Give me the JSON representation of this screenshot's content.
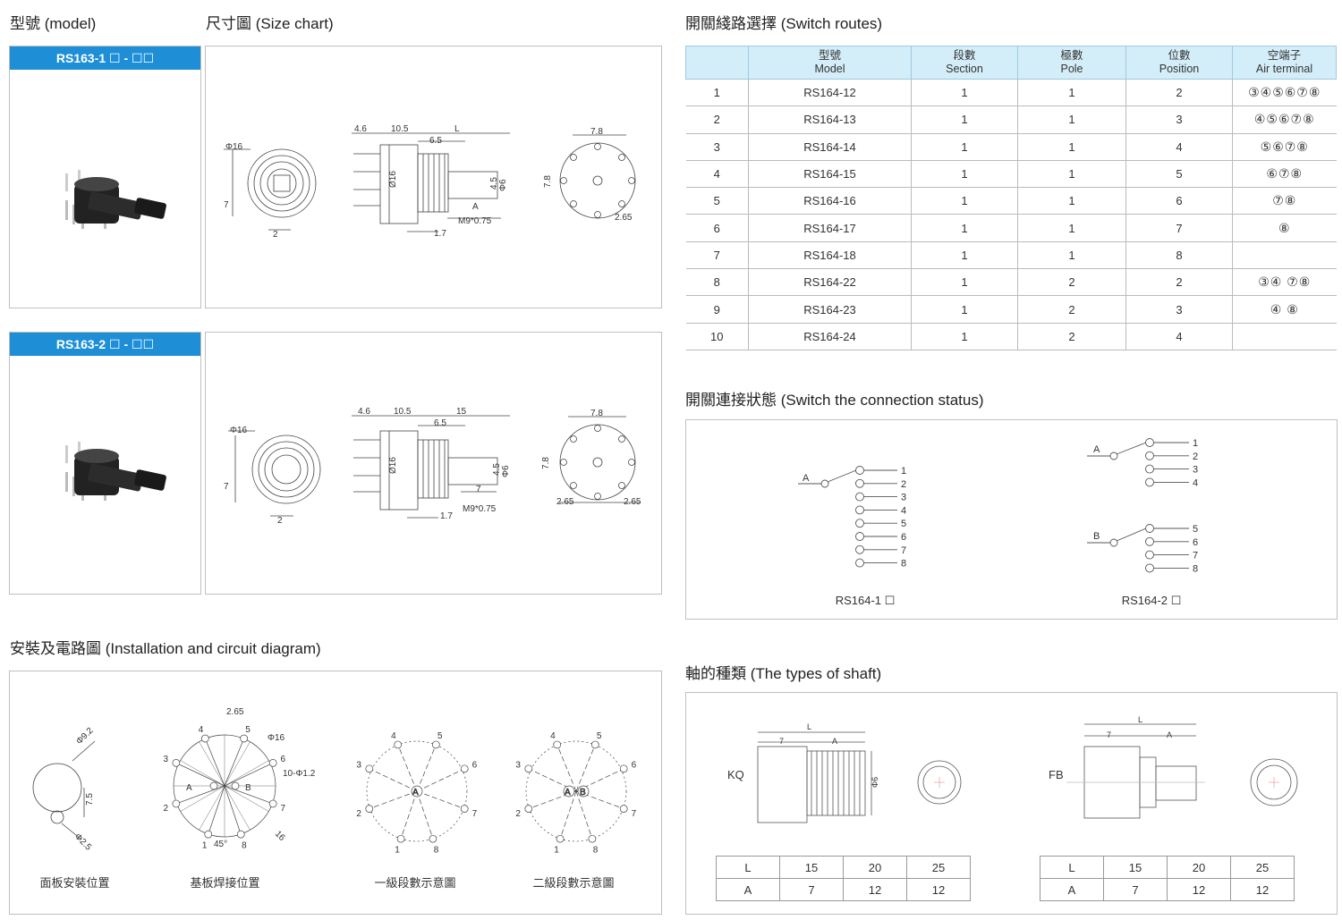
{
  "sections": {
    "model": "型號 (model)",
    "size_chart": "尺寸圖 (Size chart)",
    "switch_routes": "開關綫路選擇 (Switch routes)",
    "connection_status": "開關連接狀態 (Switch the connection status)",
    "installation": "安裝及電路圖 (Installation and circuit diagram)",
    "shaft_types": "軸的種類 (The types of shaft)"
  },
  "models": {
    "model1": "RS163-1 ☐ - ☐☐",
    "model2": "RS163-2 ☐ - ☐☐"
  },
  "size_chart_1": {
    "phi16": "Φ16",
    "seven": "7",
    "two": "2",
    "d46": "4.6",
    "d105": "10.5",
    "L": "L",
    "d65": "6.5",
    "phi16v": "Ø16",
    "d45": "4.5",
    "phi6": "Φ6",
    "A": "A",
    "m9": "M9*0.75",
    "d17": "1.7",
    "d78": "7.8",
    "d78v": "7.8",
    "d265": "2.65"
  },
  "size_chart_2": {
    "phi16": "Φ16",
    "seven": "7",
    "two": "2",
    "d46": "4.6",
    "d105": "10.5",
    "d15": "15",
    "d65": "6.5",
    "phi16v": "Ø16",
    "d45": "4.5",
    "phi6": "Φ6",
    "seven2": "7",
    "m9": "M9*0.75",
    "d17": "1.7",
    "d78": "7.8",
    "d78v": "7.8",
    "d265a": "2.65",
    "d265b": "2.65"
  },
  "routes": {
    "headers": [
      {
        "zh": "",
        "en": ""
      },
      {
        "zh": "型號",
        "en": "Model"
      },
      {
        "zh": "段數",
        "en": "Section"
      },
      {
        "zh": "極數",
        "en": "Pole"
      },
      {
        "zh": "位數",
        "en": "Position"
      },
      {
        "zh": "空端子",
        "en": "Air terminal"
      }
    ],
    "rows": [
      [
        "1",
        "RS164-12",
        "1",
        "1",
        "2",
        "③④⑤⑥⑦⑧"
      ],
      [
        "2",
        "RS164-13",
        "1",
        "1",
        "3",
        "④⑤⑥⑦⑧"
      ],
      [
        "3",
        "RS164-14",
        "1",
        "1",
        "4",
        "⑤⑥⑦⑧"
      ],
      [
        "4",
        "RS164-15",
        "1",
        "1",
        "5",
        "⑥⑦⑧"
      ],
      [
        "5",
        "RS164-16",
        "1",
        "1",
        "6",
        "⑦⑧"
      ],
      [
        "6",
        "RS164-17",
        "1",
        "1",
        "7",
        "⑧"
      ],
      [
        "7",
        "RS164-18",
        "1",
        "1",
        "8",
        ""
      ],
      [
        "8",
        "RS164-22",
        "1",
        "2",
        "2",
        "③④ ⑦⑧"
      ],
      [
        "9",
        "RS164-23",
        "1",
        "2",
        "3",
        "④ ⑧"
      ],
      [
        "10",
        "RS164-24",
        "1",
        "2",
        "4",
        ""
      ]
    ]
  },
  "connection": {
    "left_label": "RS164-1 ☐",
    "right_label": "RS164-2 ☐",
    "A": "A",
    "B": "B",
    "left_terms": [
      "1",
      "2",
      "3",
      "4",
      "5",
      "6",
      "7",
      "8"
    ],
    "right_a_terms": [
      "1",
      "2",
      "3",
      "4"
    ],
    "right_b_terms": [
      "5",
      "6",
      "7",
      "8"
    ]
  },
  "installation": {
    "captions": [
      "面板安裝位置",
      "基板焊接位置",
      "一級段數示意圖",
      "二級段數示意圖"
    ],
    "panel": {
      "phi92": "Φ9.2",
      "d75": "7.5",
      "phi25": "Φ2.5"
    },
    "board": {
      "d265": "2.65",
      "phi16": "Φ16",
      "hole": "10-Φ1.2",
      "angle": "45°",
      "box": "16",
      "A": "A",
      "B": "B"
    },
    "terms": [
      "1",
      "2",
      "3",
      "4",
      "5",
      "6",
      "7",
      "8"
    ]
  },
  "shaft": {
    "kq": {
      "name": "KQ",
      "L": "L",
      "seven": "7",
      "A": "A",
      "phi6": "Φ6"
    },
    "fb": {
      "name": "FB",
      "L": "L",
      "seven": "7",
      "A": "A"
    },
    "table_rows": [
      [
        "L",
        "15",
        "20",
        "25"
      ],
      [
        "A",
        "7",
        "12",
        "12"
      ]
    ]
  }
}
